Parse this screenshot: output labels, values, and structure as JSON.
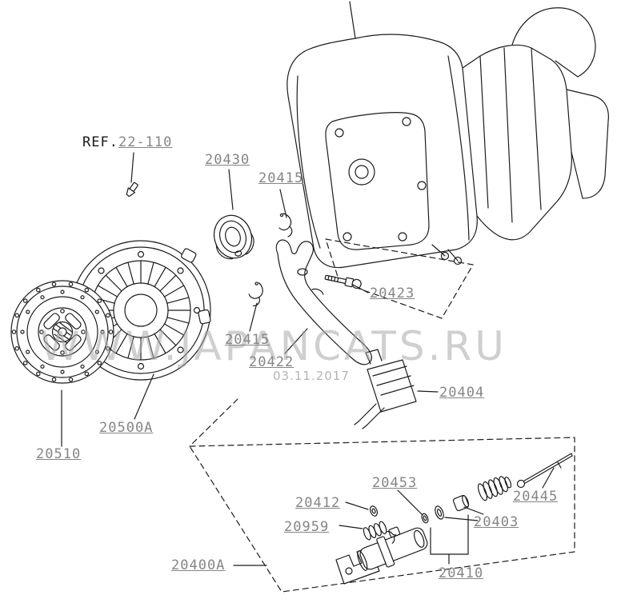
{
  "watermark": {
    "text": "WWW.JAPANCATS.RU"
  },
  "date": {
    "text": "03.11.2017"
  },
  "ref": {
    "prefix": "REF.",
    "number": "22-110"
  },
  "labels": {
    "p20430": "20430",
    "p20415_top": "20415",
    "p20423": "20423",
    "p20415_side": "20415",
    "p20422": "20422",
    "p20404": "20404",
    "p20500a": "20500A",
    "p20510": "20510",
    "p20453": "20453",
    "p20412": "20412",
    "p20959": "20959",
    "p20445": "20445",
    "p20403": "20403",
    "p20400a": "20400A",
    "p20410": "20410"
  },
  "colors": {
    "line": "#1c1c1c",
    "label": "#858585",
    "watermark": "#a8a8a8",
    "background": "#ffffff"
  }
}
